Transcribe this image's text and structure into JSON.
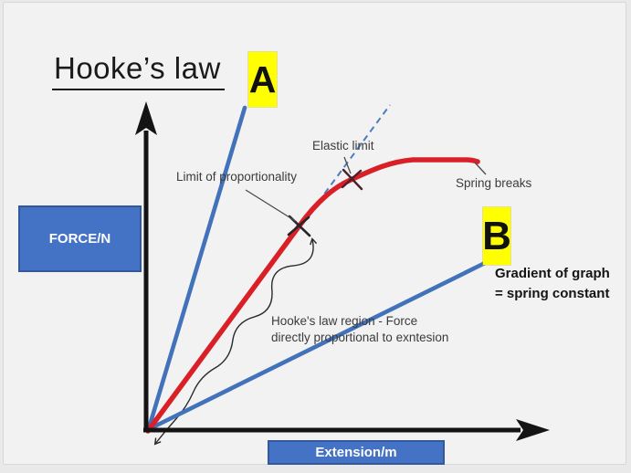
{
  "slide": {
    "title": "Hooke’s law",
    "tags": {
      "a": "A",
      "b": "B"
    },
    "axis_boxes": {
      "y": "FORCE/N",
      "x": "Extension/m"
    },
    "annotations": {
      "limit_of_proportionality": "Limit of proportionality",
      "elastic_limit": "Elastic limit",
      "spring_breaks": "Spring breaks",
      "gradient_note": "Gradient of graph\n= spring constant",
      "hookes_region_note": "Hooke's law region - Force\ndirectly proportional to exntesion"
    },
    "colors": {
      "blue_line": "#4272ba",
      "blue_dashed": "#4a7cc0",
      "red_curve": "#d92027",
      "axis_color": "#141414",
      "box_fill": "#4472c4",
      "box_border": "#35579c",
      "box_text": "#ffffff",
      "highlight": "#ffff00",
      "annotation_text": "#3b3b3b",
      "title_color": "#1a1a1a"
    }
  }
}
